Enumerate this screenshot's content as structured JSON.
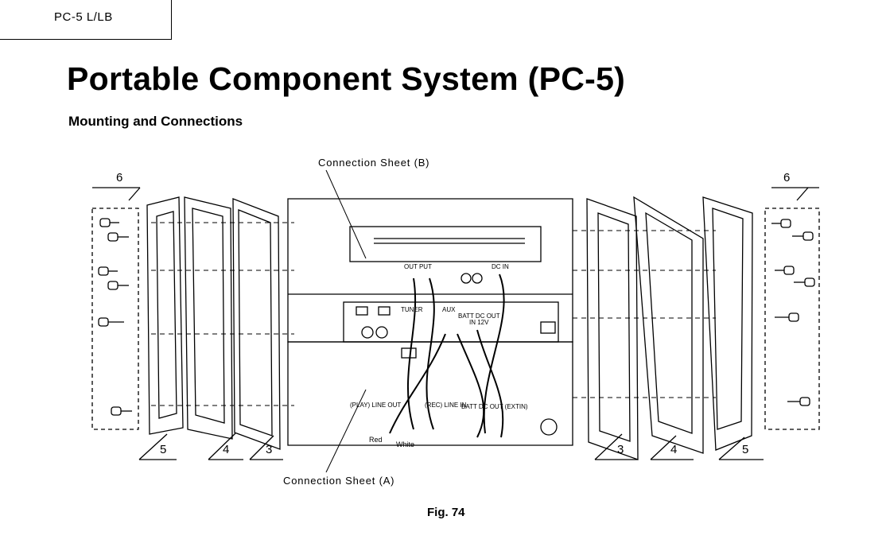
{
  "header": {
    "model": "PC-5 L/LB"
  },
  "title": "Portable Component System (PC-5)",
  "subtitle": "Mounting and Connections",
  "figure": {
    "caption": "Fig. 74",
    "labels": {
      "sheet_b": "Connection Sheet (B)",
      "sheet_a": "Connection Sheet (A)"
    },
    "part_numbers": {
      "screws_left": "6",
      "screws_right": "6",
      "left_5": "5",
      "left_4": "4",
      "left_3": "3",
      "right_3": "3",
      "right_4": "4",
      "right_5": "5"
    },
    "panel_text": {
      "output": "OUT PUT",
      "dc_in": "DC IN",
      "tuner": "TUNER",
      "aux": "AUX",
      "batt_dc_out": "BATT DC OUT",
      "in_12v": "IN 12V",
      "play_line_out": "(PLAY) LINE OUT",
      "rec_line_in": "(REC) LINE IN",
      "batt_dc_out_extin": "BATT DC OUT (EXTIN)",
      "wire_red": "Red",
      "wire_white": "White"
    }
  }
}
